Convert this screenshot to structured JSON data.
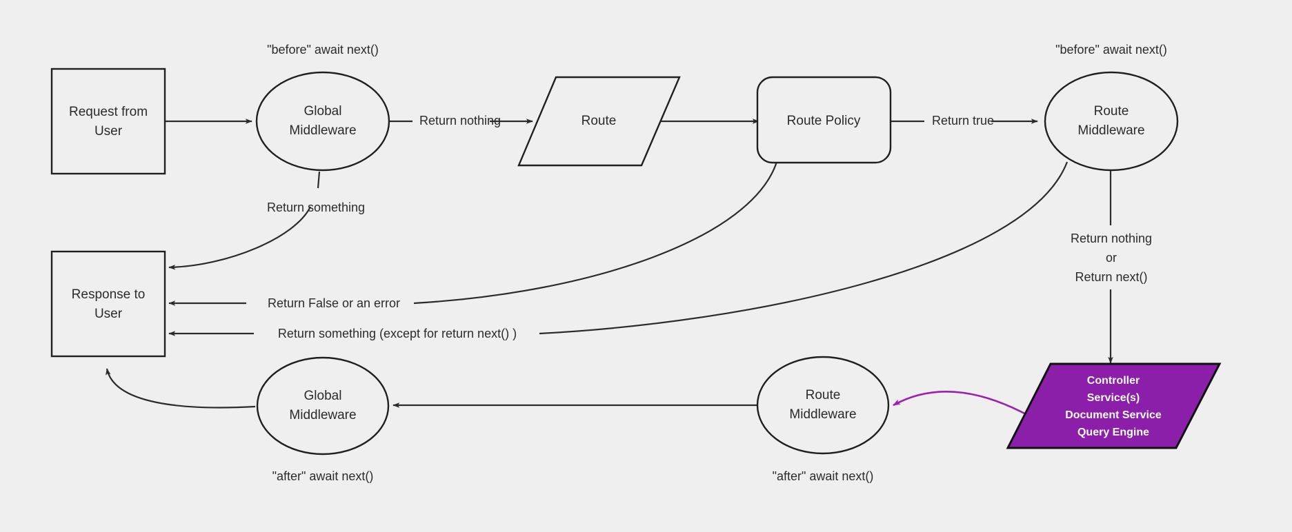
{
  "diagram": {
    "background_color": "#efefef",
    "stroke_color": "#2b2b2b",
    "accent_color": "#8b1fa9",
    "nodes": {
      "request_from_user": {
        "line1": "Request from",
        "line2": "User"
      },
      "global_middleware_before": {
        "line1": "Global",
        "line2": "Middleware"
      },
      "route": {
        "label": "Route"
      },
      "route_policy": {
        "label": "Route Policy"
      },
      "route_middleware_before": {
        "line1": "Route",
        "line2": "Middleware"
      },
      "controller_services": {
        "line1": "Controller",
        "line2": "Service(s)",
        "line3": "Document Service",
        "line4": "Query Engine"
      },
      "route_middleware_after": {
        "line1": "Route",
        "line2": "Middleware"
      },
      "global_middleware_after": {
        "line1": "Global",
        "line2": "Middleware"
      },
      "response_to_user": {
        "line1": "Response to",
        "line2": "User"
      }
    },
    "edge_labels": {
      "return_nothing": "Return nothing",
      "return_true": "Return true",
      "return_something_global": "Return something",
      "return_false_or_error": "Return False or an error",
      "return_something_except_next": "Return something (except for return next() )",
      "return_nothing_or_next_l1": "Return nothing",
      "return_nothing_or_next_l2": "or",
      "return_nothing_or_next_l3": "Return next()"
    },
    "annotations": {
      "before_global": "\"before\" await next()",
      "before_route": "\"before\" await next()",
      "after_global": "\"after\" await next()",
      "after_route": "\"after\" await next()"
    }
  }
}
